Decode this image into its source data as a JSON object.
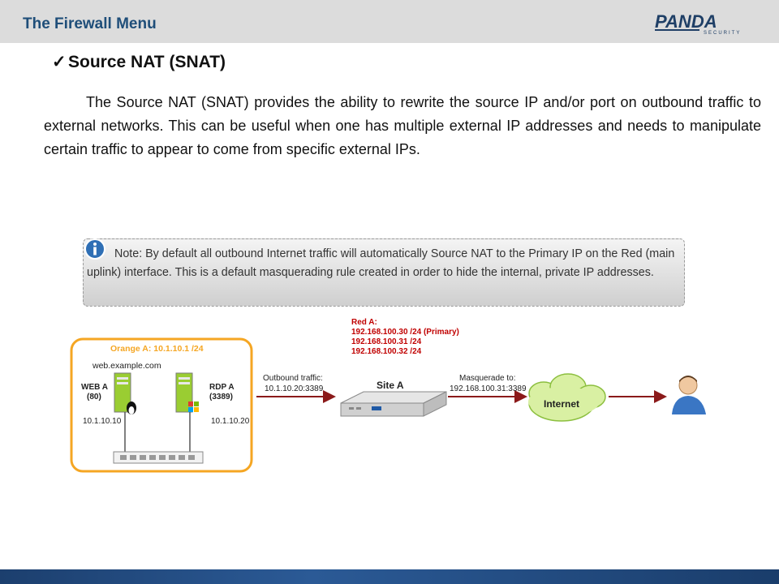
{
  "header": {
    "title": "The Firewall Menu"
  },
  "logo": {
    "word": "PANDA",
    "subword": "SECURITY"
  },
  "section": {
    "heading": "Source NAT (SNAT)"
  },
  "body": {
    "paragraph": "The Source NAT (SNAT) provides the ability to rewrite the source IP and/or port on outbound traffic to external networks.  This can be useful when one has multiple external IP addresses and needs to manipulate certain traffic to appear to come from specific external IPs."
  },
  "note": {
    "text": "Note:  By default all outbound Internet traffic will automatically Source NAT to the Primary IP on the Red (main uplink) interface.  This is a default masquerading rule created in order to hide the internal, private IP addresses."
  },
  "diagram": {
    "orange_label": "Orange A: 10.1.10.1 /24",
    "domain": "web.example.com",
    "web_name": "WEB A",
    "web_port": "(80)",
    "web_ip": "10.1.10.10",
    "rdp_name": "RDP A",
    "rdp_port": "(3389)",
    "rdp_ip": "10.1.10.20",
    "outbound_label": "Outbound traffic:",
    "outbound_addr": "10.1.10.20:3389",
    "site_label": "Site A",
    "red_label": "Red A:",
    "red_ip1": "192.168.100.30 /24 (Primary)",
    "red_ip2": "192.168.100.31 /24",
    "red_ip3": "192.168.100.32 /24",
    "masq_label": "Masquerade to:",
    "masq_addr": "192.168.100.31:3389",
    "internet_label": "Internet",
    "colors": {
      "orange": "#f5a623",
      "red": "#c00000",
      "arrow": "#8b1a1a",
      "cloud": "#d9f0a3"
    }
  }
}
